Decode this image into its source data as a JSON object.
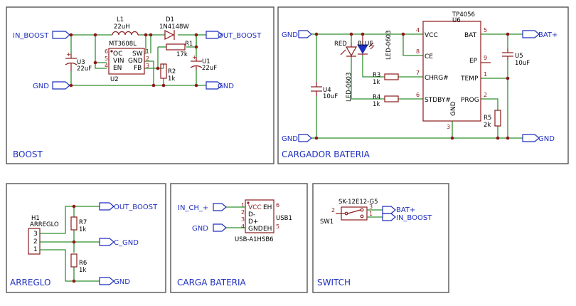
{
  "sections": {
    "boost": "BOOST",
    "cargador": "CARGADOR BATERIA",
    "arreglo": "ARREGLO",
    "carga": "CARGA BATERIA",
    "switch": "SWITCH"
  },
  "boost": {
    "in_boost": "IN_BOOST",
    "out_boost": "OUT_BOOST",
    "gnd_left": "GND",
    "gnd_right": "GND",
    "l1_ref": "L1",
    "l1_val": "22uH",
    "d1_ref": "D1",
    "d1_val": "1N4148W",
    "u3_ref": "U3",
    "u3_val": "22uF",
    "u1_ref": "U1",
    "u1_val": "22uF",
    "r1_ref": "R1",
    "r1_val": "17k",
    "r2_ref": "R2",
    "r2_val": "1k",
    "ic_name": "MT3608L",
    "ic_ref": "U2",
    "pin_oc": "OC",
    "pin_vin": "VIN",
    "pin_en": "EN",
    "pin_sw": "SW",
    "pin_gnd": "GND",
    "pin_fb": "FB",
    "pn6": "6",
    "pn5": "5",
    "pn4": "4",
    "pn1": "1",
    "pn2": "2",
    "pn3": "3"
  },
  "charger": {
    "gnd_top": "GND",
    "gnd_bottom_left": "GND",
    "gnd_bottom_right": "GND",
    "bat_plus": "BAT+",
    "ic_name": "TP4056",
    "ic_ref": "U6",
    "vcc": "VCC",
    "ce": "CE",
    "chrg": "CHRG#",
    "stdby": "STDBY#",
    "gnd": "GND",
    "bat": "BAT",
    "ep": "EP",
    "temp": "TEMP",
    "prog": "PROG",
    "p4": "4",
    "p8": "8",
    "p7": "7",
    "p6": "6",
    "p3": "3",
    "p5": "5",
    "p9": "9",
    "p1": "1",
    "p2": "2",
    "red": "RED",
    "blue": "BLUE",
    "led_pkg1": "LED-0603",
    "led_pkg2": "LED-0603",
    "r3_ref": "R3",
    "r3_val": "1k",
    "r4_ref": "R4",
    "r4_val": "1k",
    "u4_ref": "U4",
    "u4_val": "10uF",
    "u5_ref": "U5",
    "u5_val": "10uF",
    "r5_ref": "R5",
    "r5_val": "2k"
  },
  "arreglo": {
    "h1_ref": "H1",
    "h1_val": "ARREGLO",
    "p3": "3",
    "p2": "2",
    "p1": "1",
    "r7_ref": "R7",
    "r7_val": "1k",
    "r6_ref": "R6",
    "r6_val": "1k",
    "out_boost": "OUT_BOOST",
    "c_gnd": "C_GND",
    "gnd": "GND"
  },
  "carga": {
    "in_ch": "IN_CH_+",
    "gnd": "GND",
    "vcc": "VCC",
    "dm": "D-",
    "dp": "D+",
    "gnd_pin": "GND",
    "eh1": "EH",
    "eh2": "EH",
    "p1": "1",
    "p2": "2",
    "p3": "3",
    "p4": "4",
    "p6": "6",
    "p5": "5",
    "ref": "USB1",
    "part": "USB-A1HSB6"
  },
  "switch": {
    "part": "SK-12E12-G5",
    "ref": "SW1",
    "p1": "1",
    "p2": "2",
    "p3": "3",
    "bat_plus": "BAT+",
    "in_boost": "IN_BOOST"
  }
}
